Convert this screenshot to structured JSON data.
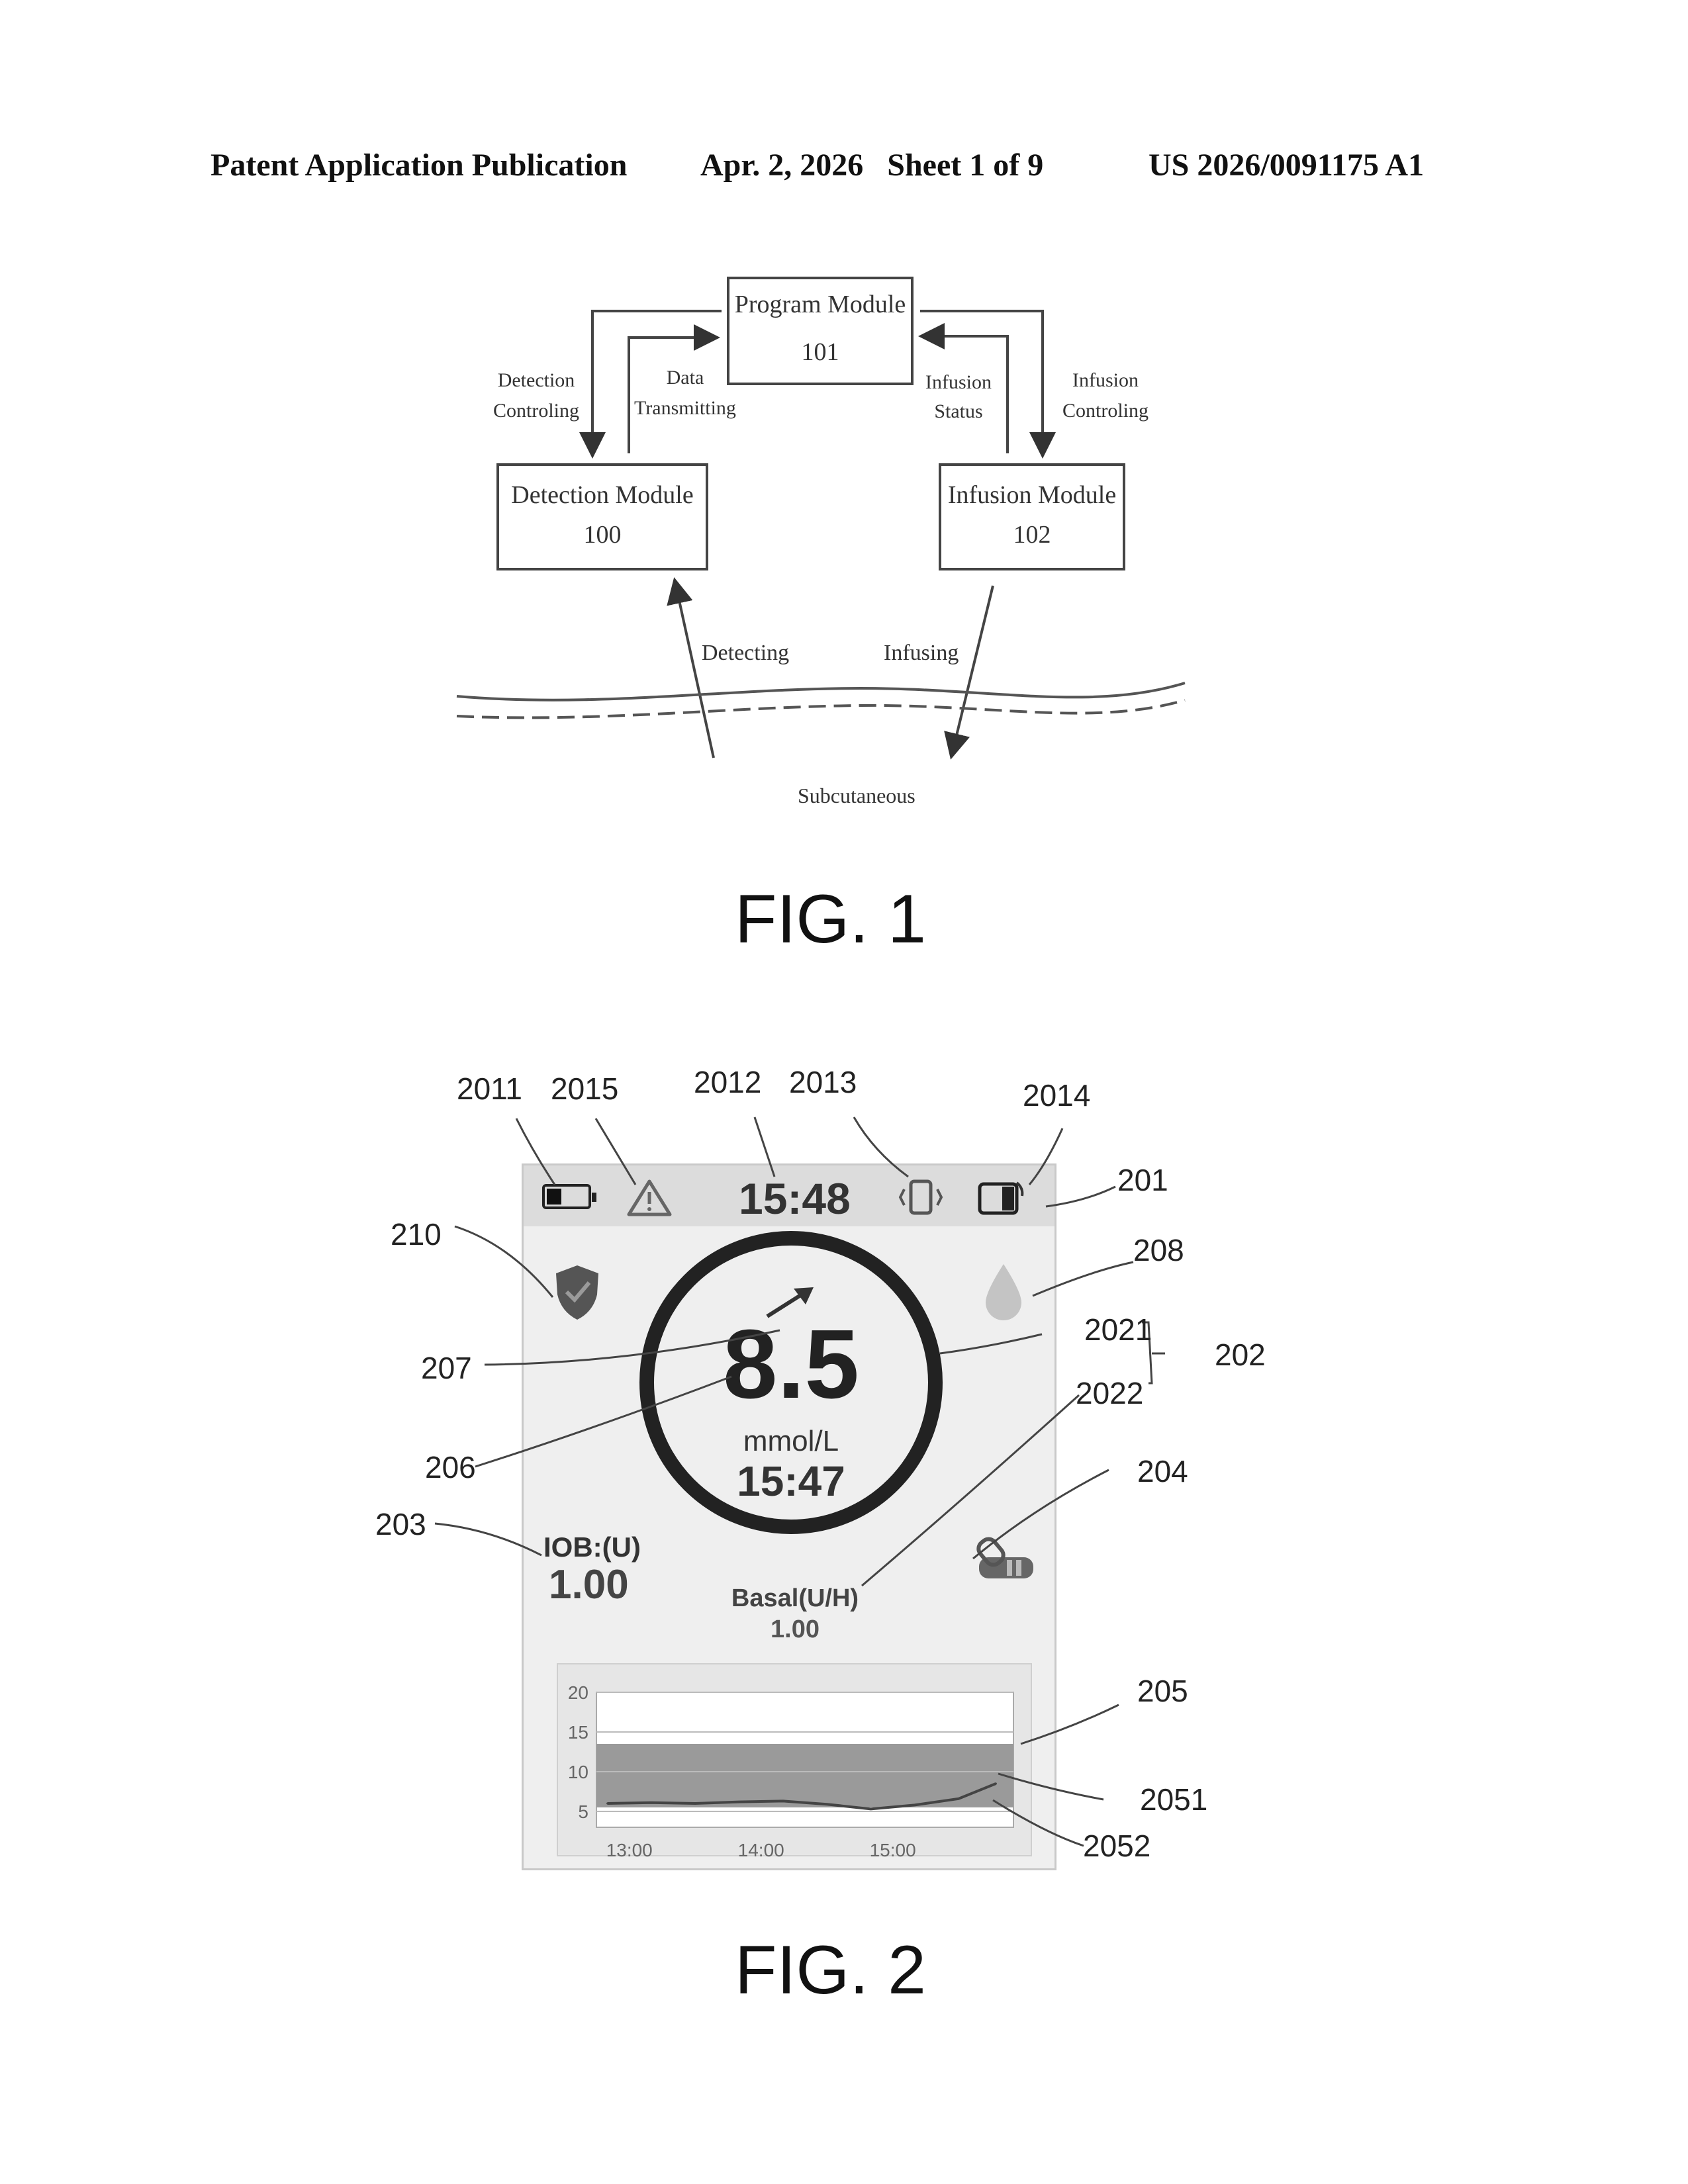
{
  "header": {
    "publication": "Patent Application Publication",
    "date_sheet": "Apr. 2, 2026   Sheet 1 of 9",
    "number": "US 2026/0091175 A1"
  },
  "fig1": {
    "program_module": {
      "name": "Program Module",
      "num": "101"
    },
    "detection_module": {
      "name": "Detection Module",
      "num": "100"
    },
    "infusion_module": {
      "name": "Infusion Module",
      "num": "102"
    },
    "detection_controling": [
      "Detection",
      "Controling"
    ],
    "data_transmitting": [
      "Data",
      "Transmitting"
    ],
    "infusion_status": [
      "Infusion",
      "Status"
    ],
    "infusion_controling": [
      "Infusion",
      "Controling"
    ],
    "detecting": "Detecting",
    "infusing": "Infusing",
    "subcutaneous": "Subcutaneous",
    "caption": "FIG. 1"
  },
  "fig2": {
    "time": "15:48",
    "glucose_value": "8.5",
    "glucose_unit": "mmol/L",
    "glucose_time": "15:47",
    "iob_label": "IOB:(U)",
    "iob_value": "1.00",
    "basal_label": "Basal(U/H)",
    "basal_value": "1.00",
    "refs": {
      "r2011": "2011",
      "r2015": "2015",
      "r2012": "2012",
      "r2013": "2013",
      "r2014": "2014",
      "r201": "201",
      "r210": "210",
      "r208": "208",
      "r2021": "2021",
      "r202": "202",
      "r207": "207",
      "r2022": "2022",
      "r206": "206",
      "r204": "204",
      "r203": "203",
      "r205": "205",
      "r2051": "2051",
      "r2052": "2052"
    },
    "icons": [
      "battery-icon",
      "warning-icon",
      "vibrate-icon",
      "pump-signal-icon",
      "shield-icon",
      "drop-icon",
      "pump-icon",
      "trend-arrow-icon"
    ],
    "caption": "FIG. 2"
  },
  "chart_data": {
    "type": "area",
    "title": "",
    "xlabel": "",
    "ylabel": "",
    "ylim": [
      3,
      20
    ],
    "y_ticks": [
      "20",
      "15",
      "10",
      "5"
    ],
    "x_ticks": [
      "13:00",
      "14:00",
      "15:00"
    ],
    "target_range": [
      5.5,
      13.5
    ],
    "series": [
      {
        "x": [
          "12:50",
          "13:10",
          "13:30",
          "13:50",
          "14:10",
          "14:30",
          "14:50",
          "15:10",
          "15:30",
          "15:47"
        ],
        "y": [
          6.0,
          6.1,
          6.0,
          6.2,
          6.3,
          5.9,
          5.3,
          5.8,
          6.6,
          8.5
        ]
      }
    ],
    "colors": {
      "target_band": "#9a9a9a",
      "line": "#444444"
    }
  }
}
